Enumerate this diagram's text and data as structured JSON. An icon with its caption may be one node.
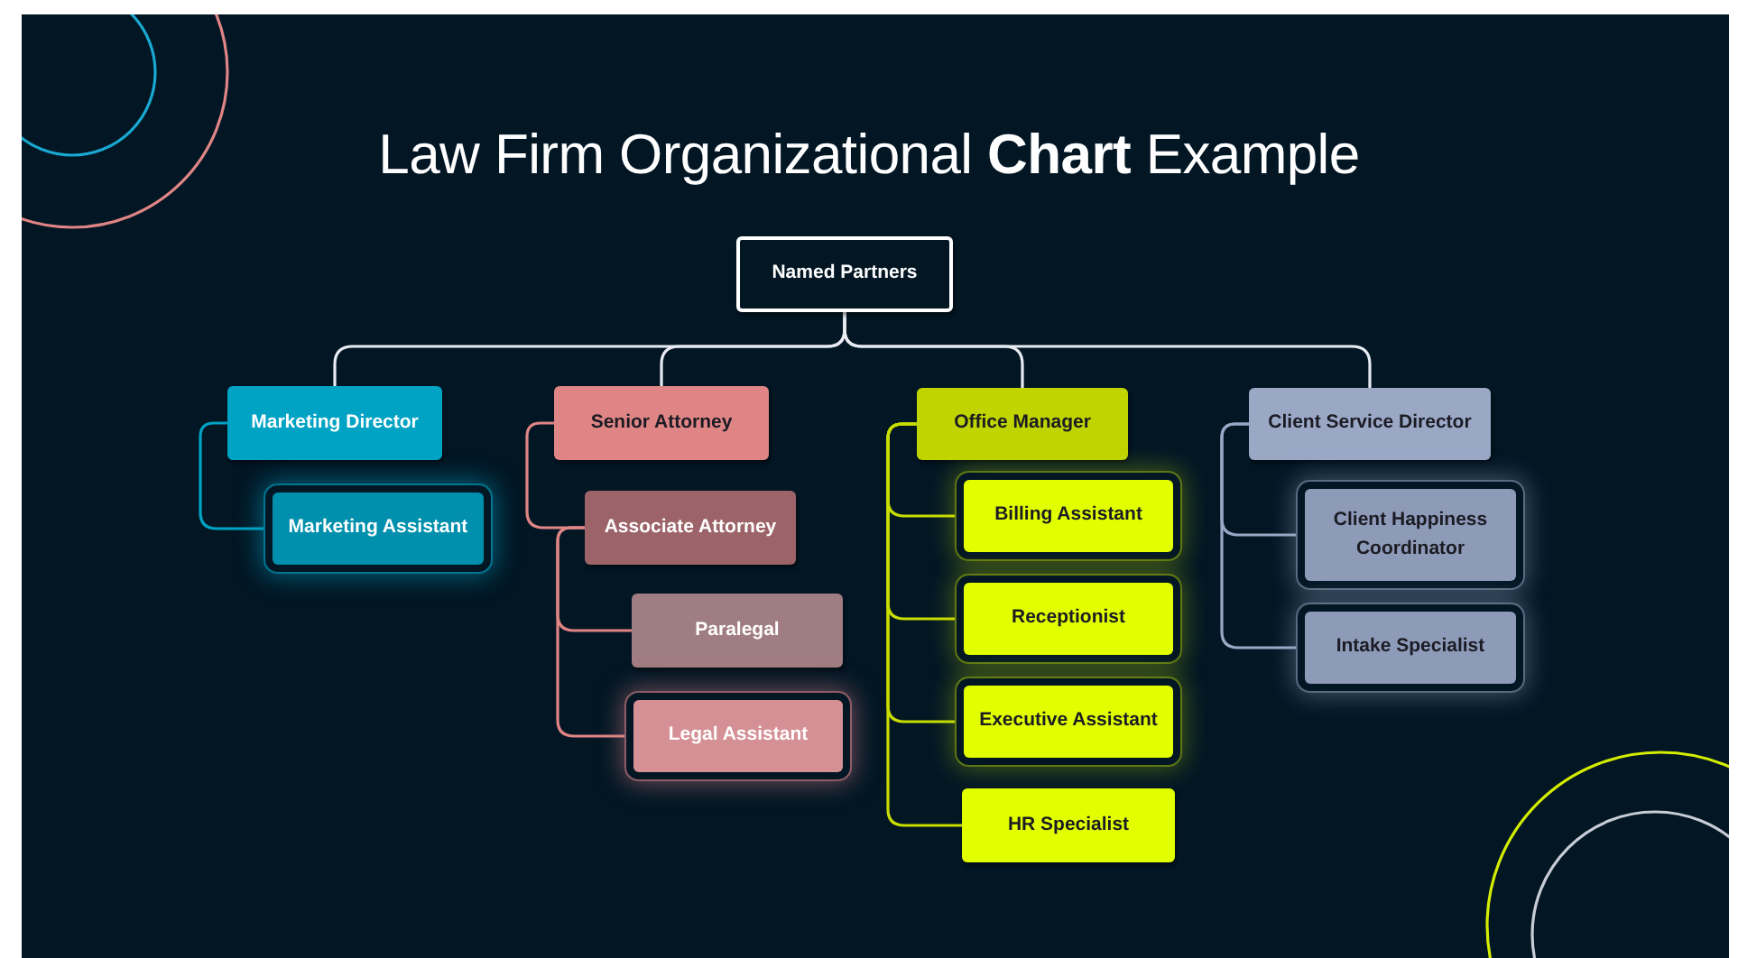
{
  "diagram": {
    "title": "Law Firm Organizational **Chart** Example",
    "nodes": [
      {
        "text": [
          "Named Partners"
        ]
      },
      {
        "text": [
          "Marketing Director"
        ]
      },
      {
        "text": [
          "Marketing Assistant"
        ]
      },
      {
        "text": [
          "Senior Attorney"
        ]
      },
      {
        "text": [
          "Associate Attorney"
        ]
      },
      {
        "text": [
          "Paralegal"
        ]
      },
      {
        "text": [
          "Legal Assistant"
        ]
      },
      {
        "text": [
          "Office Manager"
        ]
      },
      {
        "text": [
          "Billing Assistant"
        ]
      },
      {
        "text": [
          "Receptionist"
        ]
      },
      {
        "text": [
          "Executive Assistant"
        ]
      },
      {
        "text": [
          "HR Specialist"
        ]
      },
      {
        "text": [
          "Client Service Director"
        ]
      },
      {
        "text": [
          "Client Happiness Coordinator"
        ]
      },
      {
        "text": [
          "Intake Specialist"
        ]
      }
    ],
    "edges": [
      {
        "from": 0,
        "to": 1,
        "arrow": "none"
      },
      {
        "from": 0,
        "to": 3,
        "arrow": "none"
      },
      {
        "from": 0,
        "to": 7,
        "arrow": "none"
      },
      {
        "from": 0,
        "to": 12,
        "arrow": "none"
      },
      {
        "from": 1,
        "to": 2,
        "arrow": "none",
        "color": "#00a3c4"
      },
      {
        "from": 3,
        "to": 4,
        "arrow": "none",
        "color": "#e08585"
      },
      {
        "from": 4,
        "to": 5,
        "arrow": "none",
        "color": "#e08585"
      },
      {
        "from": 4,
        "to": 6,
        "arrow": "none",
        "color": "#e08585"
      },
      {
        "from": 7,
        "to": 8,
        "arrow": "none",
        "color": "#c8dd00"
      },
      {
        "from": 7,
        "to": 9,
        "arrow": "none",
        "color": "#c8dd00"
      },
      {
        "from": 7,
        "to": 10,
        "arrow": "none",
        "color": "#c8dd00"
      },
      {
        "from": 7,
        "to": 11,
        "arrow": "none",
        "color": "#c8dd00"
      },
      {
        "from": 12,
        "to": 13,
        "arrow": "none",
        "color": "#9aa8c6"
      },
      {
        "from": 12,
        "to": 14,
        "arrow": "none",
        "color": "#9aa8c6"
      }
    ]
  }
}
